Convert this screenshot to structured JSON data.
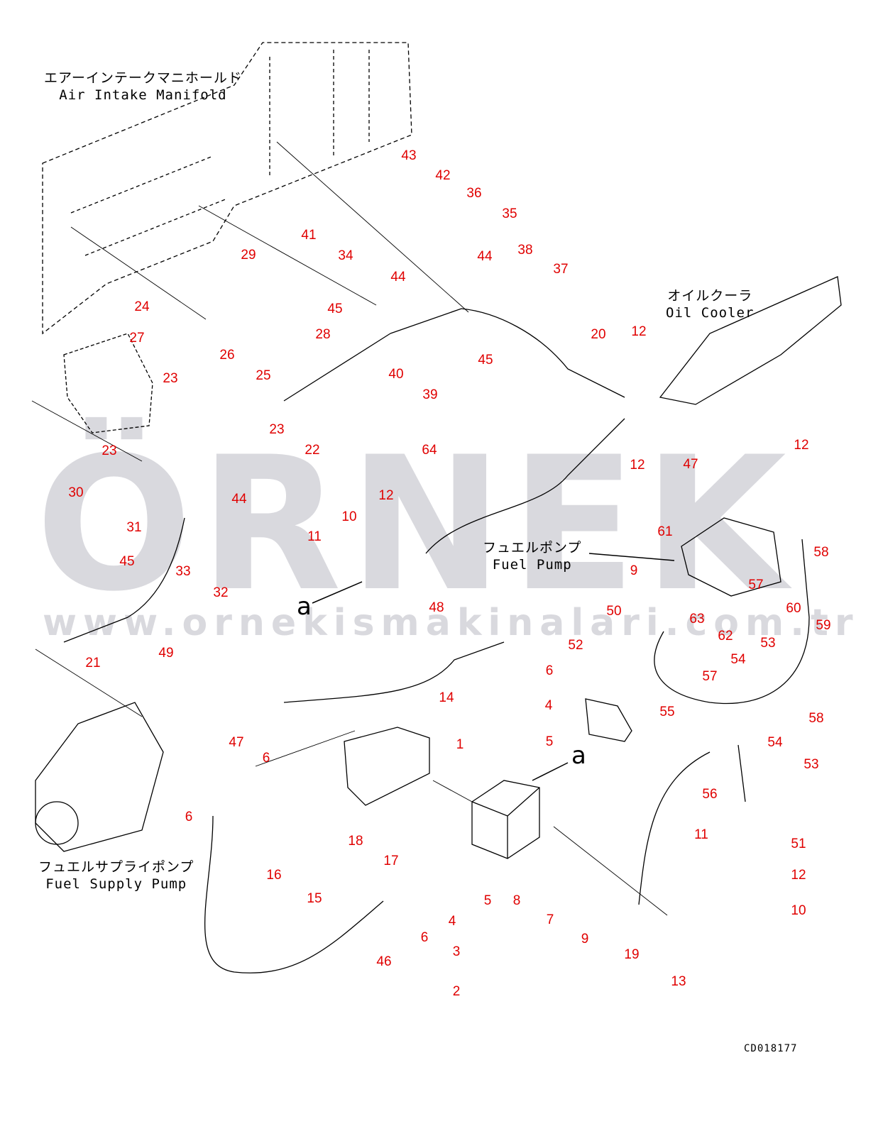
{
  "captions": {
    "air_intake_jp": "エアーインテークマニホールド",
    "air_intake_en": "Air Intake Manifold",
    "oil_cooler_jp": "オイルクーラ",
    "oil_cooler_en": "Oil Cooler",
    "fuel_pump_jp": "フュエルポンプ",
    "fuel_pump_en": "Fuel Pump",
    "supply_pump_jp": "フュエルサプライポンプ",
    "supply_pump_en": "Fuel Supply Pump",
    "view_a_1": "a",
    "view_a_2": "a"
  },
  "drawing_code": "CD018177",
  "watermark": {
    "logo": "ÖRNEK",
    "url": "www.ornekismakinalari.com.tr"
  },
  "part_labels": [
    "43",
    "42",
    "36",
    "35",
    "41",
    "34",
    "44",
    "38",
    "37",
    "29",
    "44",
    "45",
    "24",
    "28",
    "27",
    "26",
    "25",
    "40",
    "39",
    "45",
    "20",
    "12",
    "23",
    "23",
    "22",
    "23",
    "64",
    "12",
    "12",
    "47",
    "30",
    "44",
    "12",
    "10",
    "31",
    "61",
    "11",
    "45",
    "33",
    "58",
    "9",
    "57",
    "32",
    "60",
    "50",
    "48",
    "63",
    "59",
    "62",
    "53",
    "21",
    "49",
    "52",
    "54",
    "6",
    "57",
    "14",
    "4",
    "55",
    "58",
    "47",
    "1",
    "5",
    "6",
    "54",
    "53",
    "56",
    "6",
    "18",
    "11",
    "51",
    "17",
    "16",
    "12",
    "15",
    "5",
    "8",
    "10",
    "4",
    "7",
    "6",
    "9",
    "19",
    "46",
    "3",
    "13",
    "2"
  ],
  "colors": {
    "label": "#e00000",
    "line": "#000000",
    "watermark": "#d9d9de"
  }
}
